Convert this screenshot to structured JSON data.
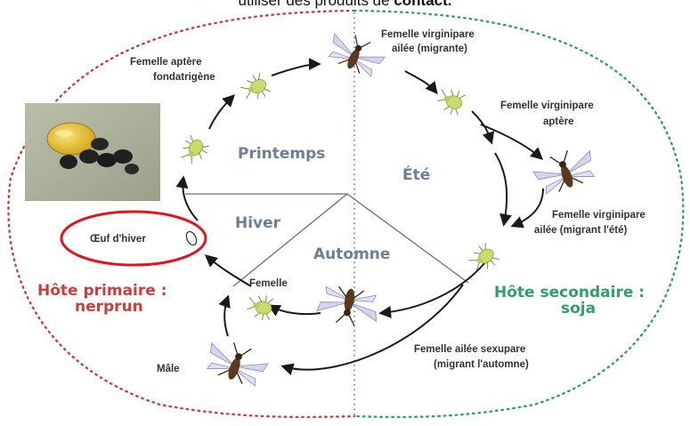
{
  "caption": {
    "text": "utiliser des produits de ",
    "bold": "contact."
  },
  "seasons": {
    "spring": "Printemps",
    "summer": "Été",
    "winter": "Hiver",
    "autumn": "Automne"
  },
  "hosts": {
    "primary_line1": "Hôte primaire :",
    "primary_line2": "nerprun",
    "secondary_line1": "Hôte secondaire :",
    "secondary_line2": "soja"
  },
  "stages": {
    "fondatrigene_1": "Femelle aptère",
    "fondatrigene_2": "fondatrigène",
    "migrante_1": "Femelle virginipare",
    "migrante_2": "ailée (migrante)",
    "aptere_1": "Femelle virginipare",
    "aptere_2": "aptère",
    "migrant_ete_1": "Femelle virginipare",
    "migrant_ete_2": "ailée (migrant l'été)",
    "sexupare_1": "Femelle ailée sexupare",
    "sexupare_2": "(migrant l'automne)",
    "femelle": "Femelle",
    "male": "Mâle",
    "oeuf": "Œuf d'hiver"
  },
  "colors": {
    "primary_host": "#c9403a",
    "secondary_host": "#2ea06a",
    "season_text": "#6b7f99",
    "highlight_circle": "#e0141c",
    "aphid_green": "#c8dc6a"
  }
}
